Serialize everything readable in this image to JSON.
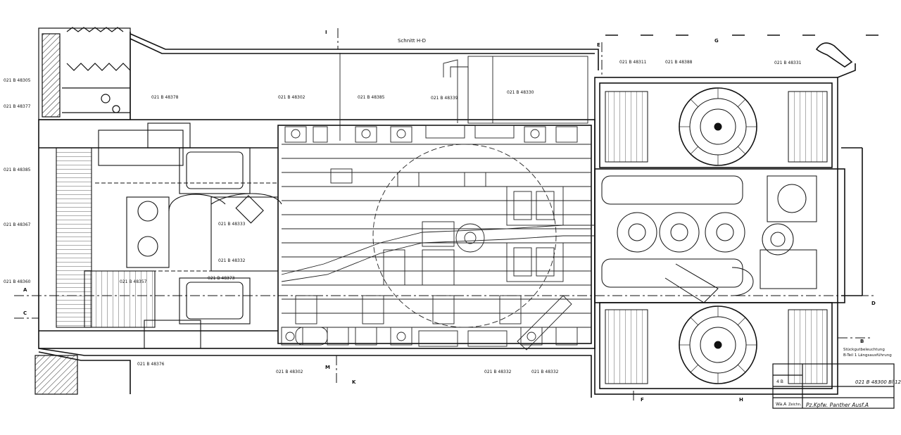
{
  "drawing": {
    "section_title": "Schnitt H-D",
    "part_numbers": {
      "left_top_1": "021 B 48305",
      "left_top_2": "021 B 48377",
      "left_mid_1": "021 B 48385",
      "left_mid_2": "021 B 48367",
      "left_low": "021 B 48360",
      "top_1": "021 B 48378",
      "top_2": "021 B 48302",
      "top_3": "021 B 48385",
      "top_4": "021 B 48339",
      "top_5": "021 B 48330",
      "top_6": "021 B 48311",
      "top_7": "021 B 48388",
      "top_8": "021 B 48331",
      "inner_1": "021 B 48333",
      "inner_2": "021 B 48332",
      "inner_3": "021 B 48373",
      "inner_4": "021 B 48357",
      "bottom_1": "021 B 48376",
      "bottom_2": "021 B 48302",
      "bottom_3": "021 B 48332",
      "bottom_4": "021 B 48332"
    },
    "section_markers": {
      "A": "A",
      "B": "B",
      "C": "C",
      "D": "D",
      "E": "E",
      "F": "F",
      "G": "G",
      "H": "H",
      "I": "I",
      "K": "K",
      "M": "M"
    },
    "notes": {
      "bottom_right_1": "Stückgutbeleuchtung",
      "bottom_right_2": "B-Teil 1 Längsausführung"
    },
    "title_block": {
      "drawing_no": "021 B 48300 Bl.12",
      "name": "Pz.Kpfw. Panther Ausf.A",
      "sheet": "4 B",
      "row_1": "Wa.A",
      "row_2": "Zeichn."
    }
  }
}
